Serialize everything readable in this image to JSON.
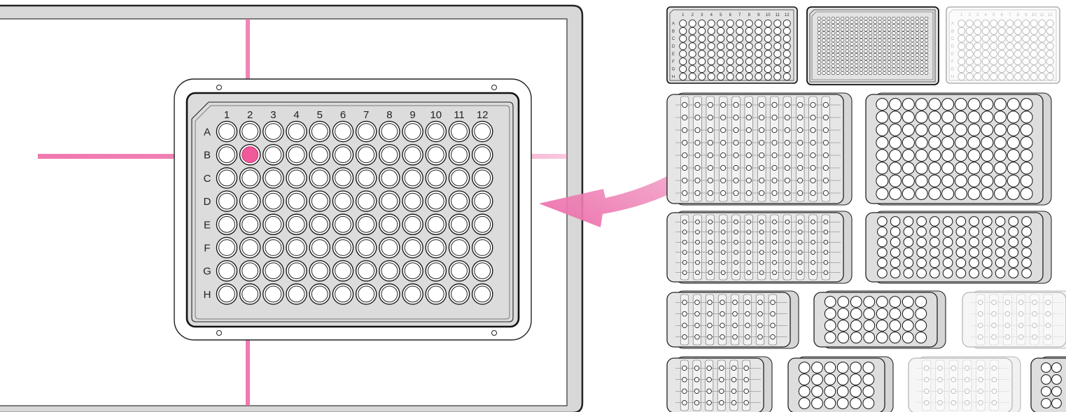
{
  "main_plate": {
    "column_labels": [
      "1",
      "2",
      "3",
      "4",
      "5",
      "6",
      "7",
      "8",
      "9",
      "10",
      "11",
      "12"
    ],
    "row_labels": [
      "A",
      "B",
      "C",
      "D",
      "E",
      "F",
      "G",
      "H"
    ],
    "selected_well": {
      "row": "B",
      "column": "2"
    }
  },
  "thumbnail_plates": [
    {
      "name": "96-well (labeled)",
      "rows": [
        "A",
        "B",
        "C",
        "D",
        "E",
        "F",
        "G",
        "H"
      ],
      "columns": [
        "1",
        "2",
        "3",
        "4",
        "5",
        "6",
        "7",
        "8",
        "9",
        "10",
        "11",
        "12"
      ],
      "emphasis": "normal"
    },
    {
      "name": "384-well",
      "rows": [],
      "columns": [],
      "emphasis": "normal"
    },
    {
      "name": "96-well (labeled, faded)",
      "rows": [
        "A",
        "B",
        "C",
        "D",
        "E",
        "F",
        "G",
        "H"
      ],
      "columns": [
        "1",
        "2",
        "3",
        "4",
        "5",
        "6",
        "7",
        "8",
        "9",
        "10",
        "11",
        "12"
      ],
      "emphasis": "faded"
    }
  ],
  "colors": {
    "accent_pink": "#ee6aa6",
    "highlight_fill": "#f05a9a",
    "plate_fill": "#dcdcdc",
    "frame_fill": "#d8d8d8",
    "outline": "#222222"
  }
}
